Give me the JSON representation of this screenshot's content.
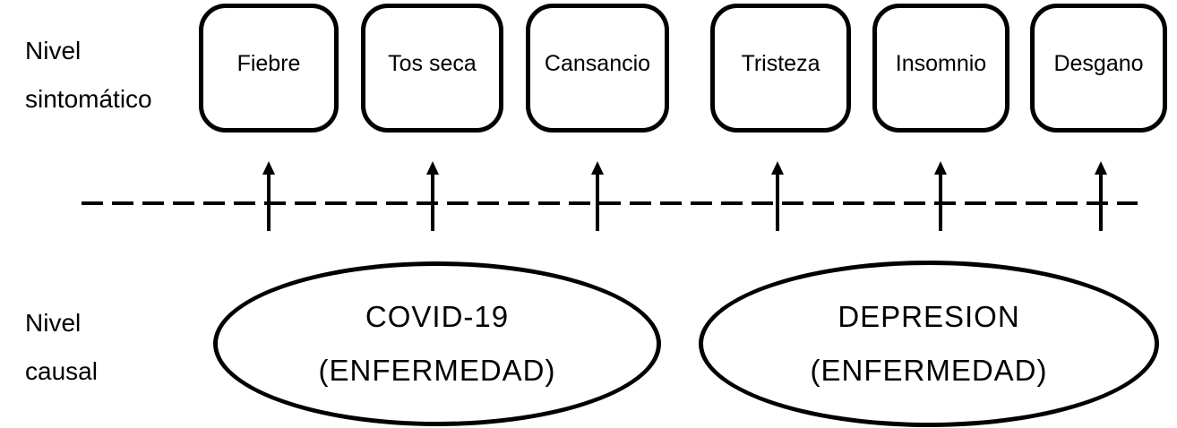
{
  "row_labels": {
    "symptomatic": {
      "line1": "Nivel",
      "line2": "sintomático"
    },
    "causal": {
      "line1": "Nivel",
      "line2": "causal"
    }
  },
  "symptoms": [
    "Fiebre",
    "Tos seca",
    "Cansancio",
    "Tristeza",
    "Insomnio",
    "Desgano"
  ],
  "causes": [
    {
      "title": "COVID-19",
      "subtitle": "(ENFERMEDAD)"
    },
    {
      "title": "DEPRESION",
      "subtitle": "(ENFERMEDAD)"
    }
  ],
  "colors": {
    "ink": "#000000",
    "background": "#ffffff"
  }
}
